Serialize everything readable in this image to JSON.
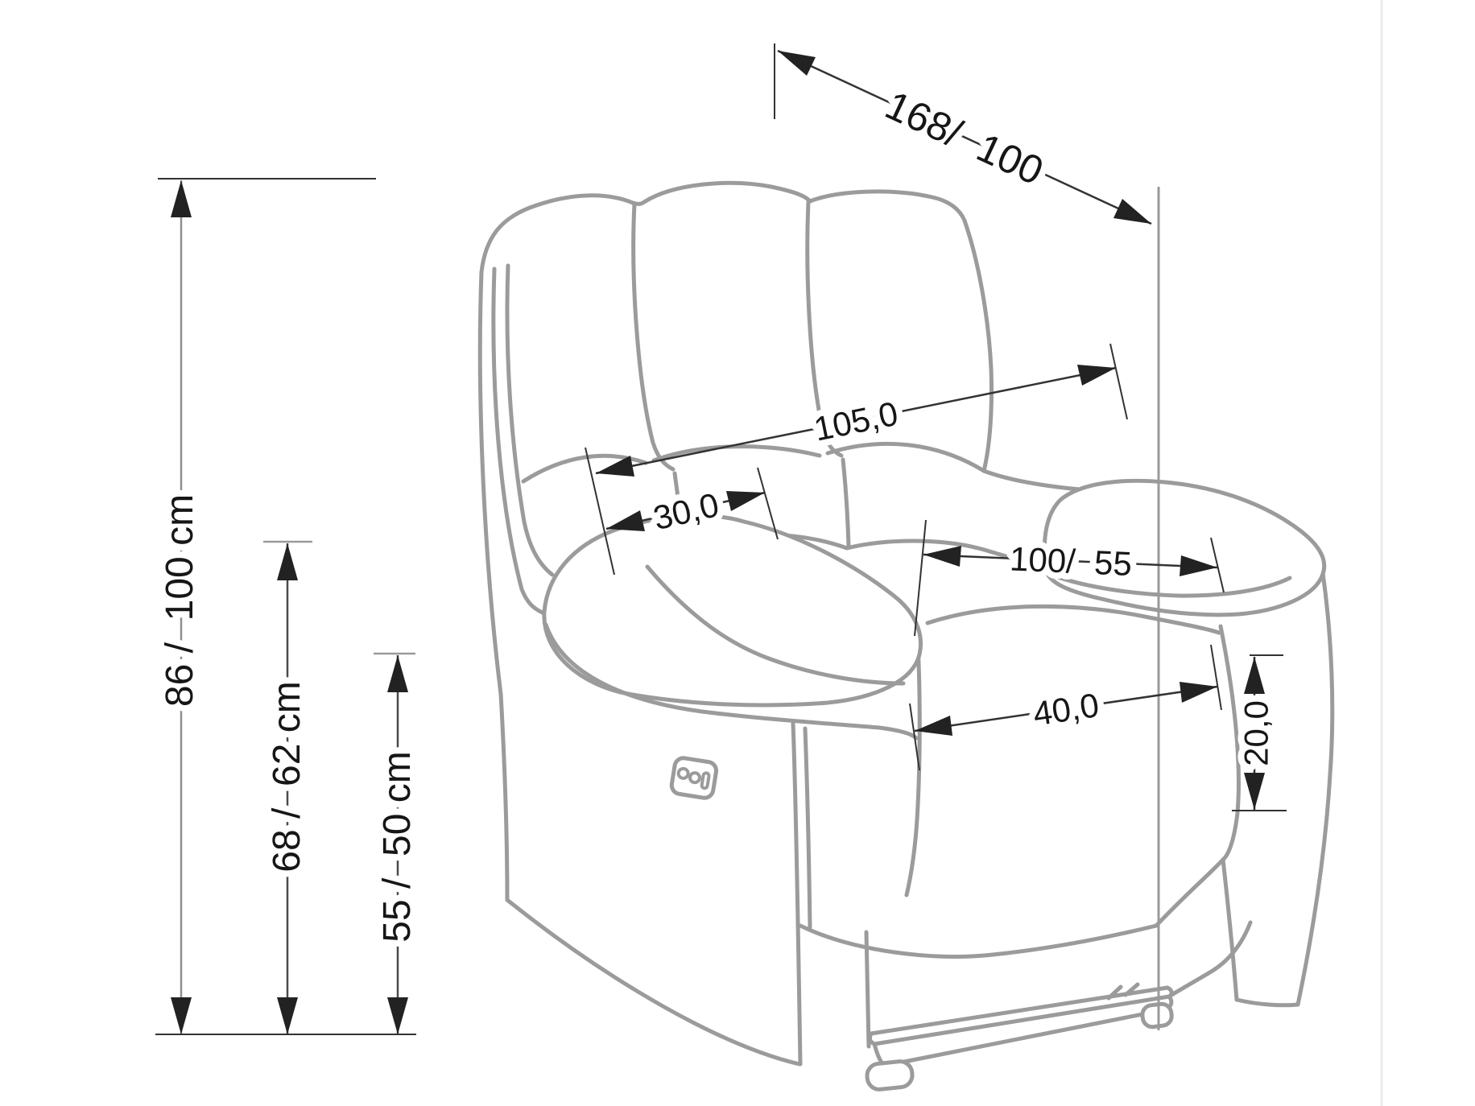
{
  "drawing": {
    "kind": "technical dimension diagram",
    "subject": "power recliner armchair line drawing",
    "outline_color": "#9b9b9b",
    "dimension_line_color": "#333333",
    "arrow_color": "#222222",
    "background": "#ffffff",
    "units": "cm"
  },
  "dimensions": {
    "diagonal_overall": {
      "label": "168/  100"
    },
    "back_width": {
      "label": "105,0"
    },
    "backrest_depth": {
      "label": "30,0"
    },
    "seat_width_depth": {
      "label": "100/  55"
    },
    "seat_cushion_width": {
      "label": "40,0"
    },
    "armrest_front_height": {
      "label": "20,0"
    },
    "overall_height": {
      "label": "86 /  100 cm"
    },
    "backrest_seat_height": {
      "label": "68 /  62 cm"
    },
    "armrest_seat_height": {
      "label": "55 /  50 cm"
    }
  }
}
